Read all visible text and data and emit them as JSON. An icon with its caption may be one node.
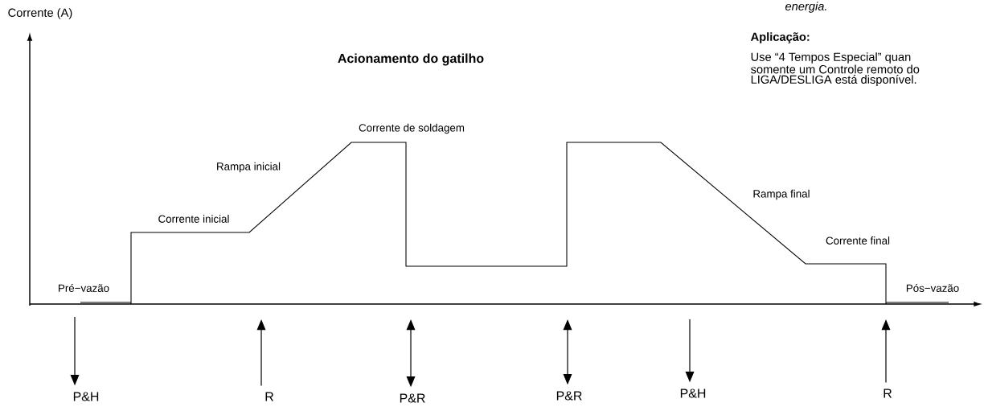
{
  "diagram": {
    "title": "Acionamento do gatilho",
    "nodes": [
      {
        "text": [
          "P&H"
        ]
      },
      {
        "text": [
          "R"
        ]
      },
      {
        "text": [
          "P&R"
        ]
      },
      {
        "text": [
          "P&R"
        ]
      },
      {
        "text": [
          "P&H"
        ]
      },
      {
        "text": [
          "R"
        ]
      }
    ],
    "edges": [
      {
        "from": null,
        "to": 0,
        "arrow": "to"
      },
      {
        "from": 1,
        "to": null,
        "arrow": "to"
      },
      {
        "from": null,
        "to": 2,
        "arrow": "both"
      },
      {
        "from": null,
        "to": 3,
        "arrow": "both"
      },
      {
        "from": null,
        "to": 4,
        "arrow": "to"
      },
      {
        "from": 5,
        "to": null,
        "arrow": "to"
      }
    ],
    "labels": [
      "energia.",
      "Corrente (A)",
      "Aplicação:",
      "Use “4 Tempos Especial” quan",
      "somente um Controle remoto do",
      "LIGA/DESLIGA está disponível.",
      "Corrente de soldagem",
      "Rampa inicial",
      "Rampa final",
      "Corrente inicial",
      "Corrente final",
      "Pré−vazão",
      "Pós−vazão"
    ]
  }
}
